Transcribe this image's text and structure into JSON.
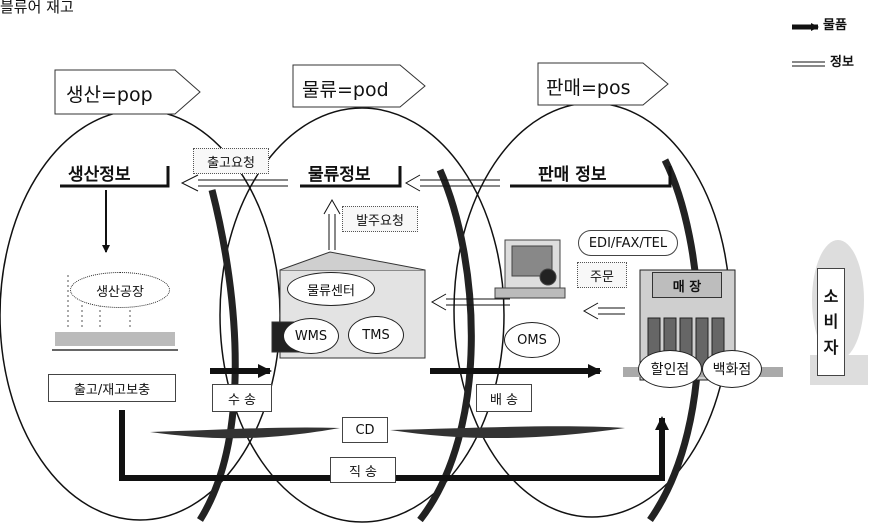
{
  "header": {
    "title_fragment": "블류어 재고"
  },
  "legend": {
    "goods": "물품",
    "info": "정보"
  },
  "stages": {
    "production": "생산=pop",
    "logistics": "물류=pod",
    "sales": "판매=pos"
  },
  "info_headers": {
    "production": "생산정보",
    "logistics": "물류정보",
    "sales": "판매 정보"
  },
  "labels": {
    "outbound_request": "출고요청",
    "order_request": "발주요청",
    "edi": "EDI/FAX/TEL",
    "order": "주문",
    "factory": "생산공장",
    "logistics_center": "물류센터",
    "wms": "WMS",
    "tms": "TMS",
    "oms": "OMS",
    "store": "매 장",
    "consumer_1": "소",
    "consumer_2": "비",
    "consumer_3": "자",
    "outbound_restock": "출고/재고보충",
    "transport": "수 송",
    "delivery": "배 송",
    "cd": "CD",
    "direct": "직 송",
    "discount_store": "할인점",
    "department_store": "백화점"
  }
}
